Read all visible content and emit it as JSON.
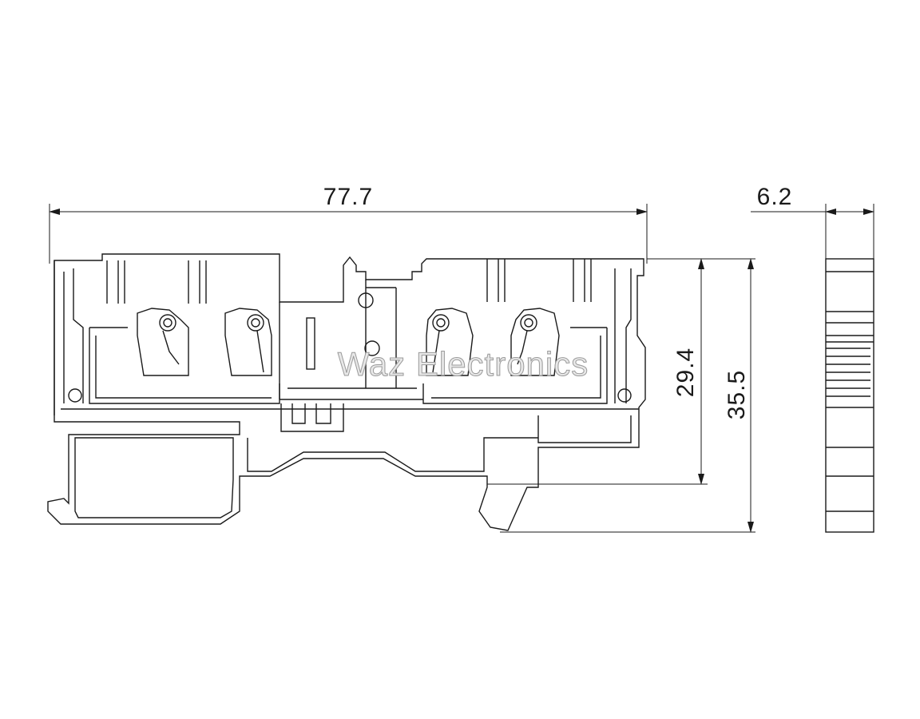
{
  "dimensions": {
    "overall_length": "77.7",
    "side_width": "6.2",
    "height_to_rail": "29.4",
    "overall_height": "35.5"
  },
  "watermark": "Waz Electronics"
}
